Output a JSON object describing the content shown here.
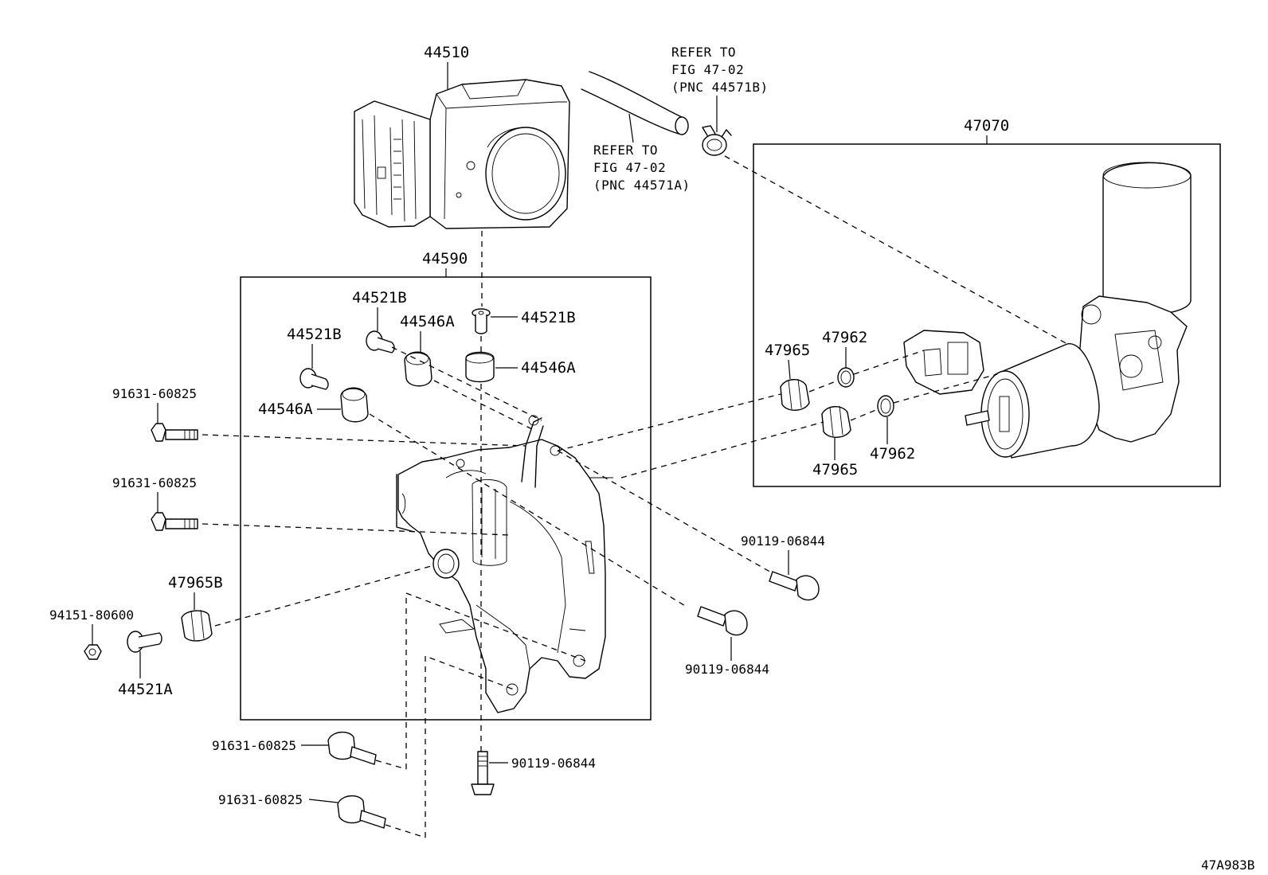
{
  "diagram_id": "47A983B",
  "group_labels": {
    "actuator": "44510",
    "bracket_group": "44590",
    "pump_group": "47070"
  },
  "refer_upper": {
    "line1": "REFER TO",
    "line2": "FIG 47-02",
    "line3": "(PNC 44571B)"
  },
  "refer_lower": {
    "line1": "REFER TO",
    "line2": "FIG 47-02",
    "line3": "(PNC 44571A)"
  },
  "parts": {
    "p44521b_top_left": "44521B",
    "p44521b_left": "44521B",
    "p44546a_upper": "44546A",
    "p44521b_center": "44521B",
    "p44546a_right": "44546A",
    "p44546a_left": "44546A",
    "p91631_a": "91631-60825",
    "p91631_b": "91631-60825",
    "p47965b": "47965B",
    "p94151": "94151-80600",
    "p44521a": "44521A",
    "p91631_c": "91631-60825",
    "p91631_d": "91631-60825",
    "p90119_bottom": "90119-06844",
    "p90119_right_upper": "90119-06844",
    "p90119_right_lower": "90119-06844",
    "p47965_upper": "47965",
    "p47962_upper": "47962",
    "p47965_lower": "47965",
    "p47962_lower": "47962"
  }
}
